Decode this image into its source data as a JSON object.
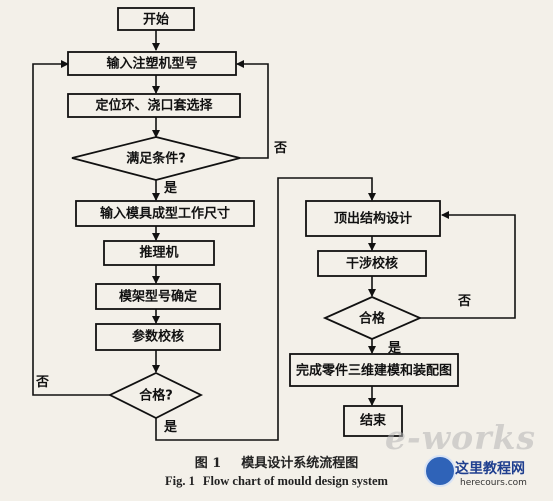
{
  "nodes": {
    "start": "开始",
    "input_model": "输入注塑机型号",
    "locate": "定位环、浇口套选择",
    "cond1": "满足条件?",
    "input_dims": "输入模具成型工作尺寸",
    "inference": "推理机",
    "frame_model": "模架型号确定",
    "param_check": "参数校核",
    "cond2": "合格?",
    "eject": "顶出结构设计",
    "interference": "干涉校核",
    "cond3": "合格",
    "complete": "完成零件三维建模和装配图",
    "end": "结束"
  },
  "labels": {
    "yes": "是",
    "no": "否"
  },
  "caption": {
    "cn_number": "图 1",
    "cn_title": "模具设计系统流程图",
    "en_number": "Fig. 1",
    "en_title": "Flow chart of mould design system"
  },
  "watermark": {
    "brand": "e-works",
    "site": "这里教程网",
    "domain": "herecours.com"
  }
}
